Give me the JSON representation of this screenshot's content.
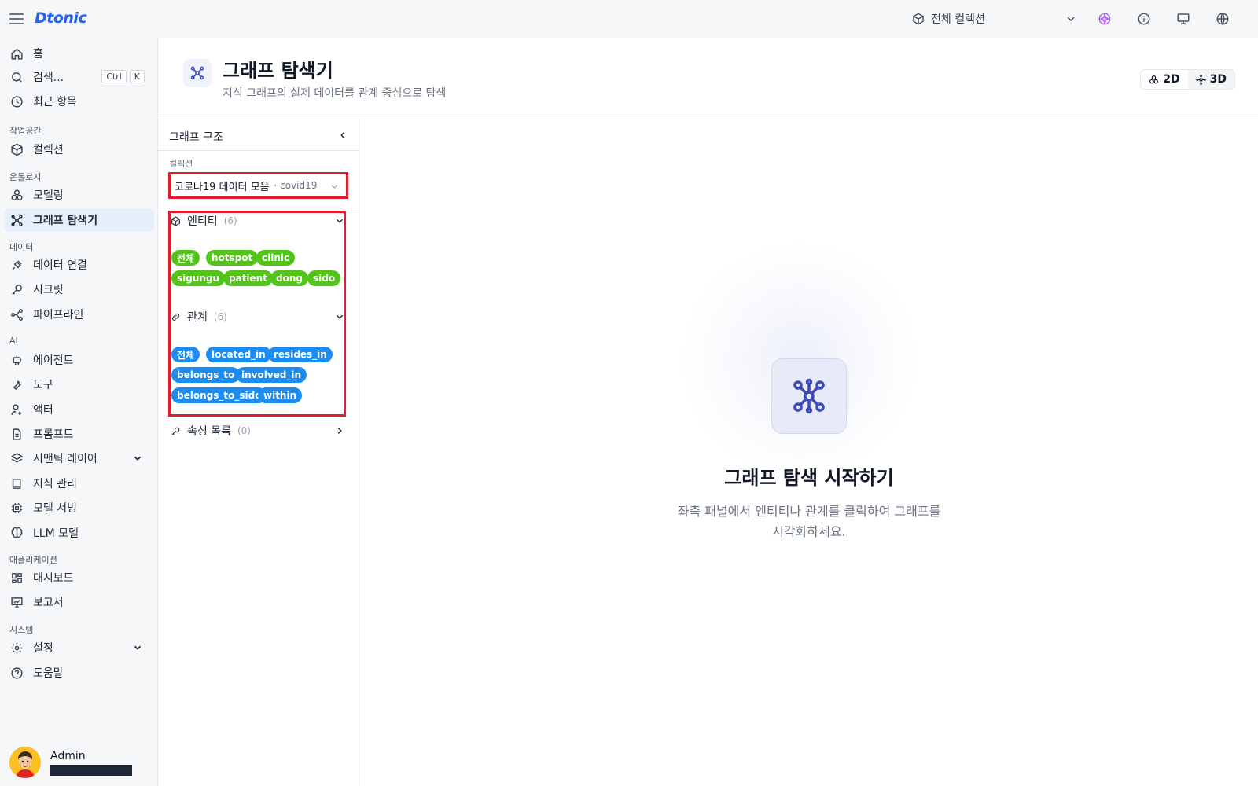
{
  "app": {
    "logo": "Dtonic"
  },
  "topbar": {
    "collection_label": "전체 컬렉션",
    "icons": [
      "cube-icon",
      "chevron-down-icon",
      "ai-sparkle-icon",
      "info-icon",
      "monitor-icon",
      "globe-icon"
    ]
  },
  "sidebar": {
    "top_items": [
      {
        "label": "홈",
        "icon": "home-icon"
      },
      {
        "label": "검색...",
        "icon": "search-icon",
        "shortcut": [
          "Ctrl",
          "K"
        ]
      },
      {
        "label": "최근 항목",
        "icon": "clock-icon"
      }
    ],
    "sections": {
      "workspace": "작업공간",
      "ontology": "온톨로지",
      "data": "데이터",
      "ai": "AI",
      "applications": "애플리케이션",
      "system": "시스템"
    },
    "items": {
      "collection": "컬렉션",
      "modeling": "모델링",
      "graph_explorer": "그래프 탐색기",
      "data_connection": "데이터 연결",
      "secret": "시크릿",
      "pipeline": "파이프라인",
      "agent": "에이전트",
      "tool": "도구",
      "actor": "액터",
      "prompt": "프롬프트",
      "semantic_layer": "시맨틱 레이어",
      "knowledge_mgmt": "지식 관리",
      "model_serving": "모델 서빙",
      "llm_model": "LLM 모델",
      "dashboard": "대시보드",
      "report": "보고서",
      "settings": "설정",
      "help": "도움말"
    },
    "active": "graph_explorer",
    "user": {
      "name": "Admin"
    }
  },
  "header": {
    "title": "그래프 탐색기",
    "subtitle": "지식 그래프의 실제 데이터를 관계 중심으로 탐색",
    "mode_2d": "2D",
    "mode_3d": "3D",
    "selected_mode": "3D"
  },
  "panel": {
    "title": "그래프 구조",
    "collection_field_label": "컬렉션",
    "collection_value": "코로나19 데이터 모음",
    "collection_id": "· covid19",
    "entities": {
      "label": "엔티티",
      "count": "(6)",
      "chips": [
        "전체",
        "hotspot",
        "clinic",
        "sigungu",
        "patient",
        "dong",
        "sido"
      ]
    },
    "relations": {
      "label": "관계",
      "count": "(6)",
      "chips": [
        "전체",
        "located_in",
        "resides_in",
        "belongs_to",
        "involved_in",
        "belongs_to_sido",
        "within"
      ]
    },
    "properties": {
      "label": "속성 목록",
      "count": "(0)"
    }
  },
  "empty_state": {
    "title": "그래프 탐색 시작하기",
    "desc_line1": "좌측 패널에서 엔티티나 관계를 클릭하여 그래프를",
    "desc_line2": "시각화하세요."
  },
  "colors": {
    "accent": "#2563eb",
    "entity_chip": "#52c41a",
    "relation_chip": "#1b8cf2",
    "highlight_box": "#e11d2e",
    "active_nav_bg": "#e6effc"
  }
}
